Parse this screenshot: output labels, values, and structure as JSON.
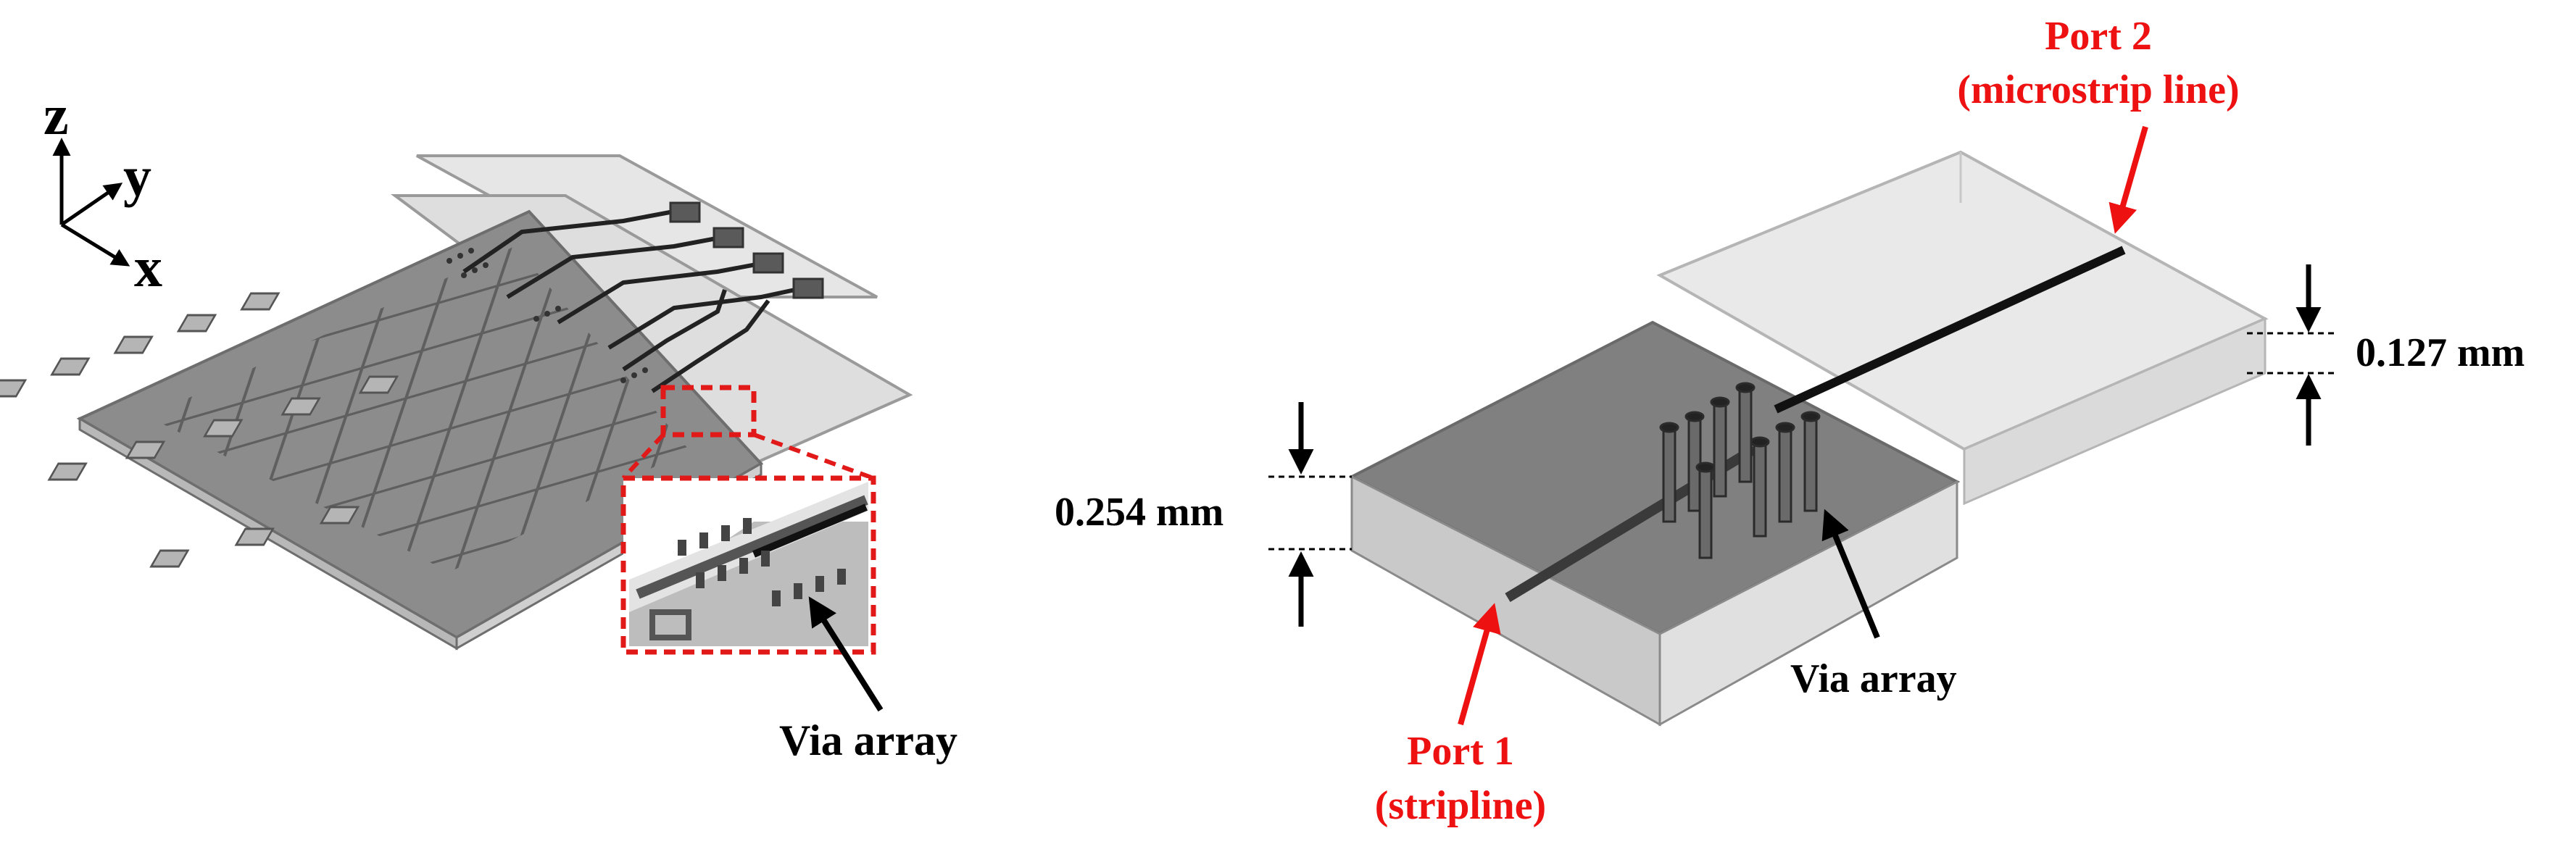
{
  "axes": {
    "z": "z",
    "y": "y",
    "x": "x"
  },
  "left": {
    "via_label": "Via array"
  },
  "right": {
    "port2_line1": "Port 2",
    "port2_line2": "(microstrip line)",
    "port1_line1": "Port 1",
    "port1_line2": "(stripline)",
    "dim_top": "0.127 mm",
    "dim_bottom": "0.254 mm",
    "via_label": "Via array"
  },
  "colors": {
    "substrate_dark": "#7f7f7f",
    "substrate_light": "#e4e4e4",
    "trace": "#1a1a1a",
    "highlight_red": "#e11919",
    "port_red": "#ee1111"
  }
}
